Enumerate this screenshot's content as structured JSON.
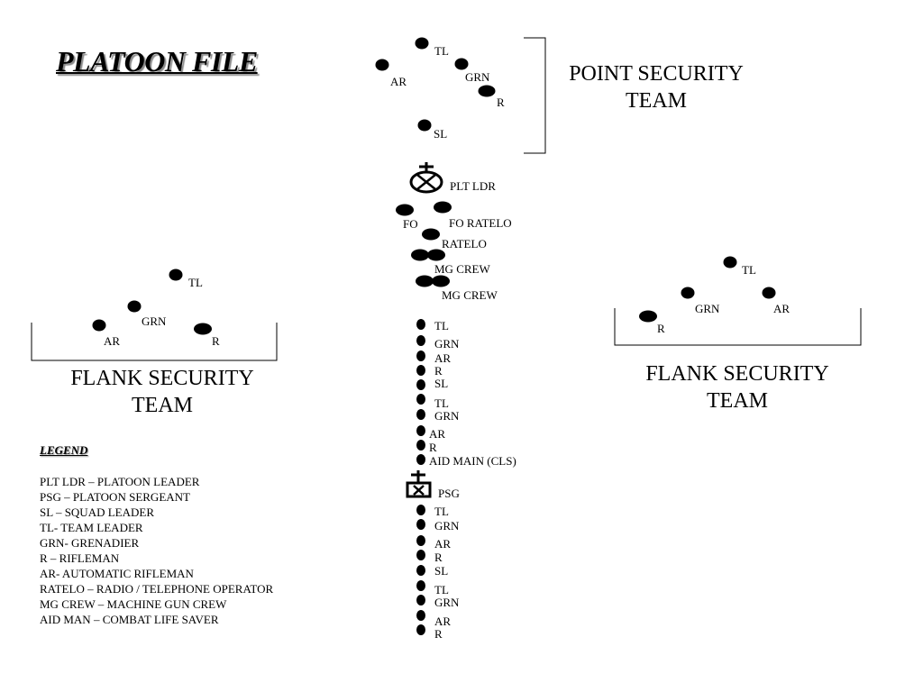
{
  "title": "PLATOON FILE",
  "teams": {
    "point": [
      "POINT SECURITY",
      "TEAM"
    ],
    "flank_left": [
      "FLANK SECURITY",
      "TEAM"
    ],
    "flank_right": [
      "FLANK SECURITY",
      "TEAM"
    ]
  },
  "legend": {
    "title": "LEGEND",
    "items": [
      "PLT LDR – PLATOON LEADER",
      "PSG – PLATOON SERGEANT",
      "SL – SQUAD LEADER",
      "TL- TEAM LEADER",
      "GRN- GRENADIER",
      "R – RIFLEMAN",
      "AR- AUTOMATIC RIFLEMAN",
      "RATELO – RADIO / TELEPHONE OPERATOR",
      "MG CREW – MACHINE GUN CREW",
      "AID MAN – COMBAT LIFE SAVER"
    ]
  },
  "labels": {
    "point": [
      "TL",
      "AR",
      "GRN",
      "R",
      "SL"
    ],
    "hq": [
      "PLT LDR",
      "FO",
      "FO RATELO",
      "RATELO",
      "MG CREW",
      "MG CREW"
    ],
    "column1": [
      "TL",
      "GRN",
      "AR",
      "R",
      "SL",
      "TL",
      "GRN",
      "AR",
      "R",
      "AID MAIN (CLS)"
    ],
    "psg": "PSG",
    "column2": [
      "TL",
      "GRN",
      "AR",
      "R",
      "SL",
      "TL",
      "GRN",
      "AR",
      "R"
    ],
    "left_team": [
      "TL",
      "GRN",
      "AR",
      "R"
    ],
    "right_team": [
      "TL",
      "GRN",
      "AR",
      "R"
    ]
  }
}
